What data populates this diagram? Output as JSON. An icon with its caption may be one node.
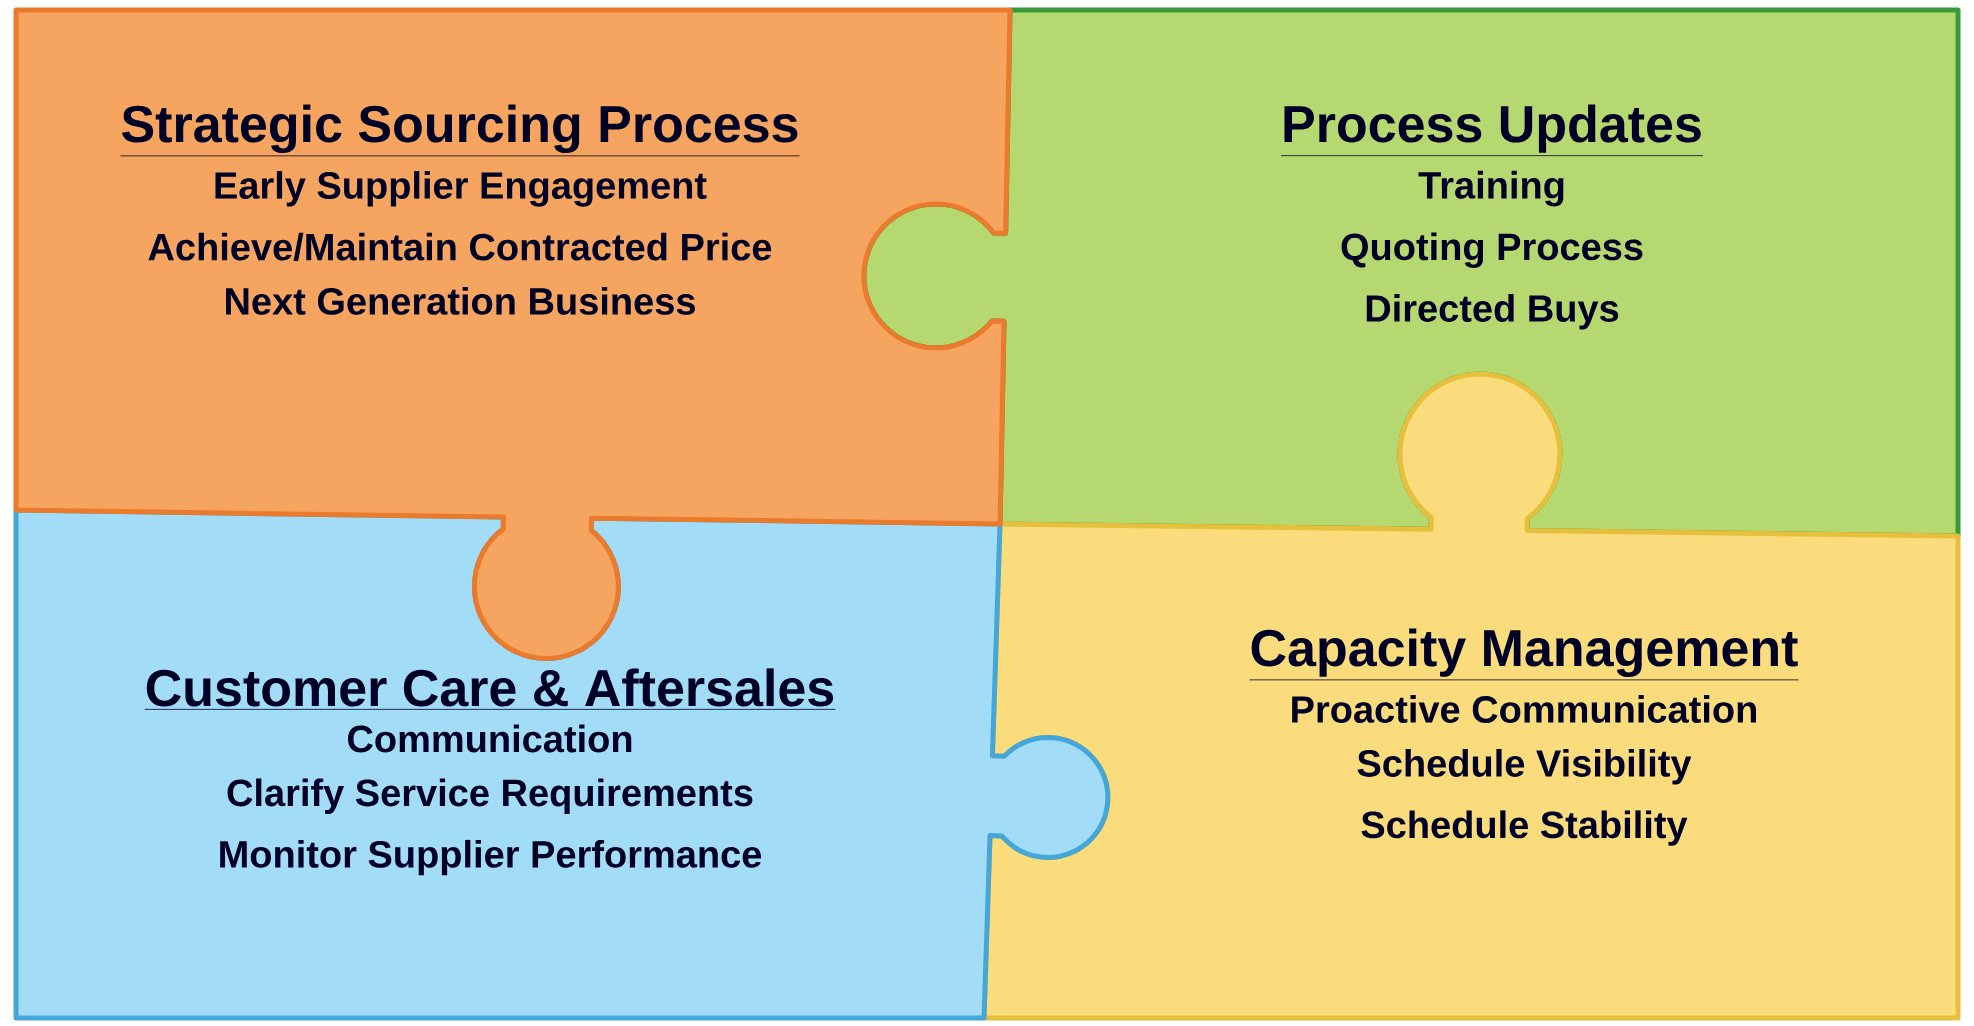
{
  "diagram": {
    "nodes": [
      {
        "text": [
          "Strategic Sourcing Process",
          "Early Supplier Engagement",
          "Achieve/Maintain Contracted Price",
          "Next Generation Business"
        ]
      },
      {
        "text": [
          "Process Updates",
          "Training",
          "Quoting Process",
          "Directed Buys"
        ]
      },
      {
        "text": [
          "Customer Care & Aftersales",
          "Communication",
          "Clarify Service Requirements",
          "Monitor Supplier Performance"
        ]
      },
      {
        "text": [
          "Capacity Management",
          "Proactive Communication",
          "Schedule Visibility",
          "Schedule Stability"
        ]
      }
    ]
  }
}
